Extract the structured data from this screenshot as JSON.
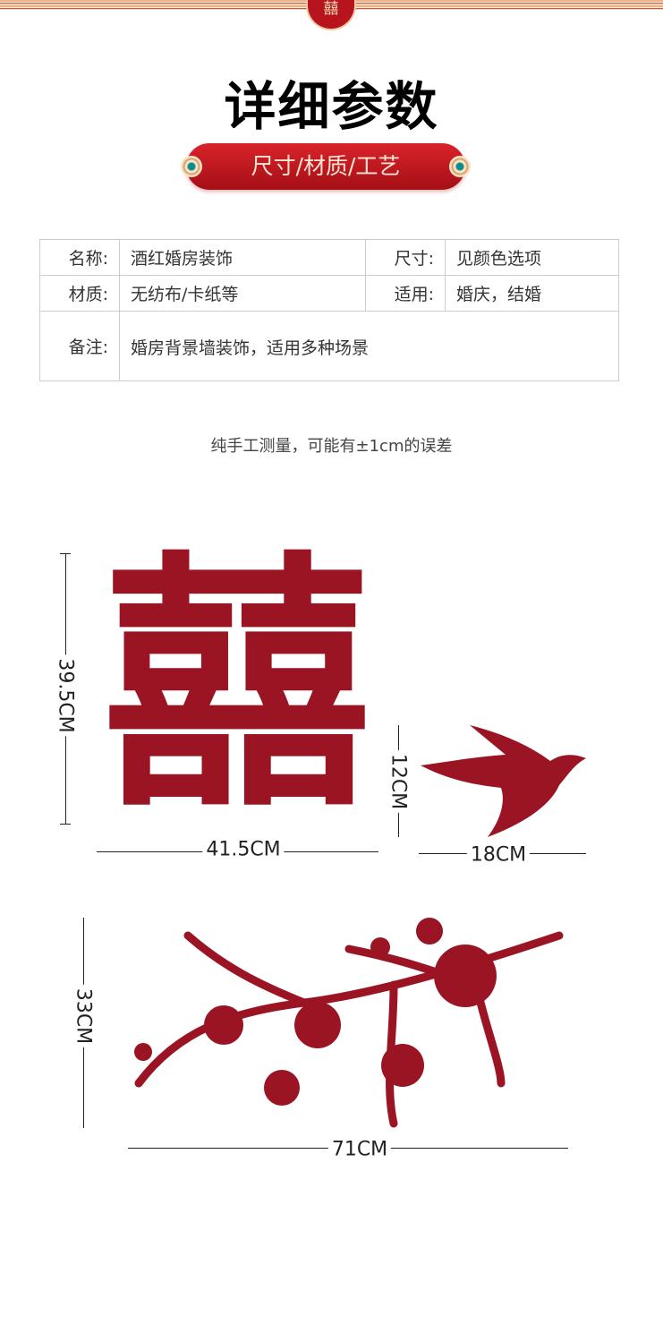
{
  "header": {
    "medallion_glyph": "囍",
    "title": "详细参数",
    "banner": "尺寸/材质/工艺"
  },
  "specs": {
    "rows": [
      [
        {
          "key": "名称:",
          "value": "酒红婚房装饰"
        },
        {
          "key": "尺寸:",
          "value": "见颜色选项"
        }
      ],
      [
        {
          "key": "材质:",
          "value": "无纺布/卡纸等"
        },
        {
          "key": "适用:",
          "value": "婚庆，结婚"
        }
      ]
    ],
    "remark": {
      "key": "备注:",
      "value": "婚房背景墙装饰，适用多种场景"
    }
  },
  "note": "纯手工测量，可能有±1cm的误差",
  "products": {
    "xi": {
      "glyph": "囍",
      "height": "39.5CM",
      "width": "41.5CM"
    },
    "swallow": {
      "height": "12CM",
      "width": "18CM"
    },
    "branch": {
      "height": "33CM",
      "width": "71CM"
    }
  },
  "colors": {
    "accent": "#b8141d",
    "product": "#9a1424"
  }
}
